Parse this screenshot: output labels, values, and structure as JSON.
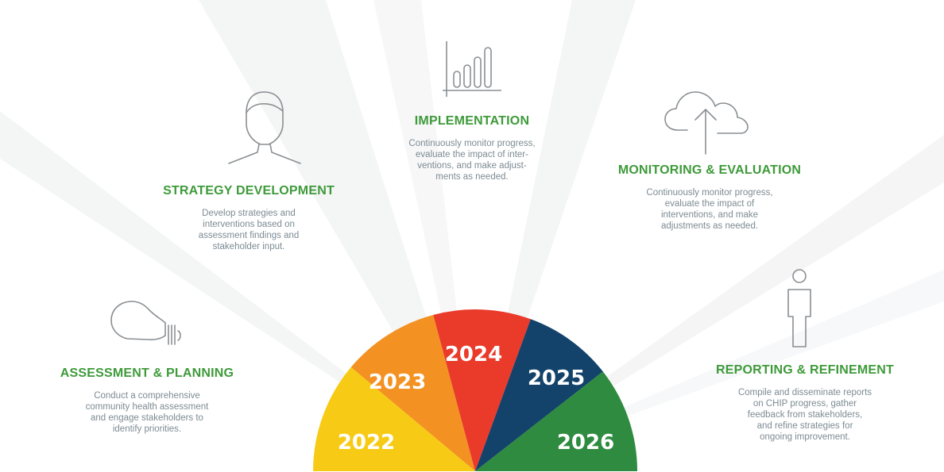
{
  "steps": [
    {
      "key": "assessment",
      "title": "ASSESSMENT & PLANNING",
      "description": "Conduct a comprehensive\ncommunity health assessment\nand engage stakeholders to\nidentify priorities.",
      "icon": "lightbulb-icon"
    },
    {
      "key": "strategy",
      "title": "STRATEGY DEVELOPMENT",
      "description": "Develop strategies and\ninterventions based on\nassessment findings and\nstakeholder input.",
      "icon": "person-head-icon"
    },
    {
      "key": "implementation",
      "title": "IMPLEMENTATION",
      "description": "Continuously monitor progress,\nevaluate the impact of inter-\nventions, and make adjust-\nments as needed.",
      "icon": "bar-chart-icon"
    },
    {
      "key": "monitoring",
      "title": "MONITORING & EVALUATION",
      "description": "Continuously monitor progress,\nevaluate the impact of\ninterventions, and make\nadjustments as needed.",
      "icon": "cloud-upload-icon"
    },
    {
      "key": "reporting",
      "title": "REPORTING & REFINEMENT",
      "description": "Compile and disseminate reports\non CHIP progress, gather\nfeedback from stakeholders,\nand refine strategies for\nongoing improvement.",
      "icon": "person-standing-icon"
    }
  ],
  "years": [
    {
      "label": "2022",
      "color": "#f7cb15"
    },
    {
      "label": "2023",
      "color": "#f39222"
    },
    {
      "label": "2024",
      "color": "#ea3a2a"
    },
    {
      "label": "2025",
      "color": "#13426a"
    },
    {
      "label": "2026",
      "color": "#2e8b3f"
    }
  ],
  "colors": {
    "title": "#3e9a3a",
    "text": "#7d8b93",
    "icon_stroke": "#8a8f93"
  }
}
